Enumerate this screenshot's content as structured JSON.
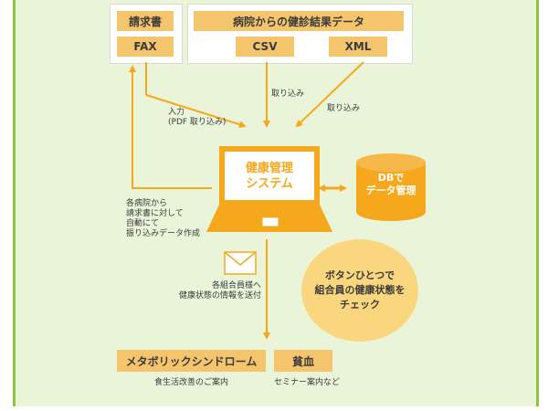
{
  "invoice_box": {
    "title": "請求書",
    "fax": "FAX"
  },
  "hospital_box": {
    "title": "病院からの健診結果データ",
    "csv": "CSV",
    "xml": "XML"
  },
  "labels": {
    "input_line1": "入力",
    "input_line2": "(PDF 取り込み)",
    "import_center": "取り込み",
    "import_right": "取り込み",
    "auto_lines": [
      "各病院から",
      "請求書に対して",
      "自動にて",
      "振り込みデータ作成"
    ],
    "send_lines": [
      "各組合員様へ",
      "健康状態の情報を送付"
    ]
  },
  "system": {
    "line1": "健康管理",
    "line2": "システム"
  },
  "database": {
    "line1": "DBで",
    "line2": "データ管理"
  },
  "bubble": {
    "lines": [
      "ボタンひとつで",
      "組合員の健康状態を",
      "チェック"
    ]
  },
  "outputs": {
    "metabolic": "メタボリックシンドローム",
    "metabolic_sub": "食生活改善のご案内",
    "anemia": "貧血",
    "anemia_sub": "セミナー案内など"
  },
  "colors": {
    "accent": "#f5a81c",
    "tag": "#f4c56d",
    "panel": "#eaf4d8",
    "border": "#8fc641",
    "arrow": "#f5a81c"
  }
}
